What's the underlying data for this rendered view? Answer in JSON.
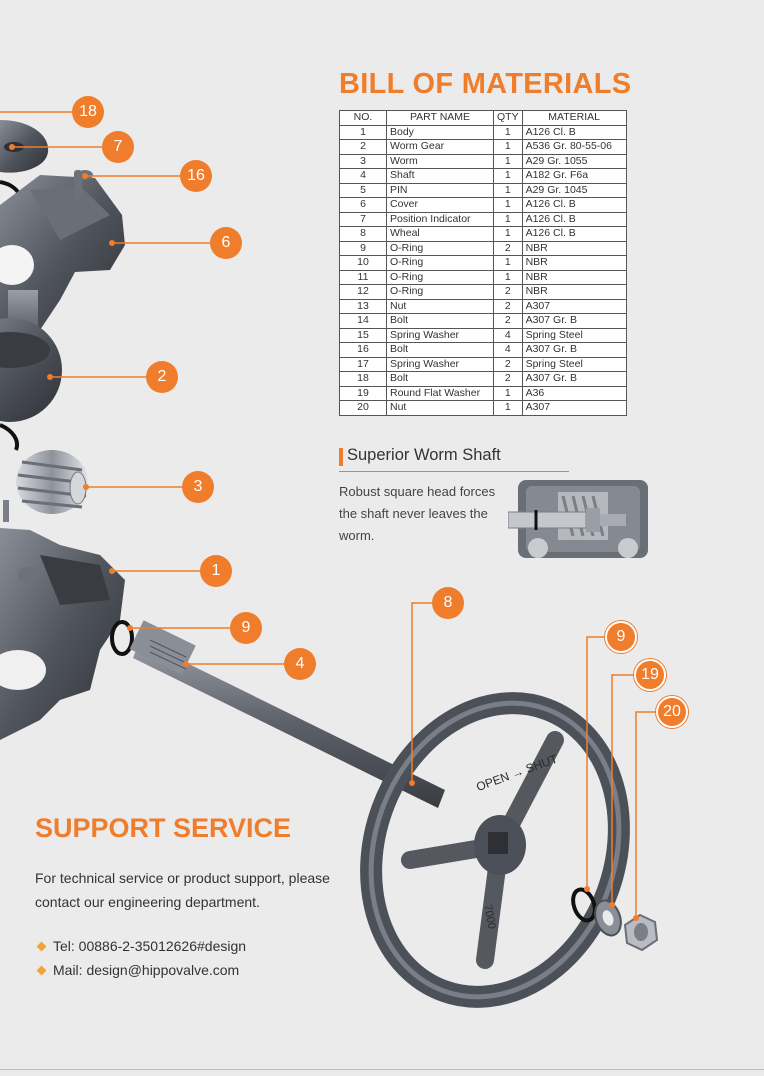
{
  "bom": {
    "title": "BILL OF MATERIALS",
    "headers": [
      "NO.",
      "PART NAME",
      "QTY",
      "MATERIAL"
    ],
    "rows": [
      [
        "1",
        "Body",
        "1",
        "A126 Cl. B"
      ],
      [
        "2",
        "Worm Gear",
        "1",
        "A536 Gr. 80-55-06"
      ],
      [
        "3",
        "Worm",
        "1",
        "A29 Gr. 1055"
      ],
      [
        "4",
        "Shaft",
        "1",
        "A182 Gr. F6a"
      ],
      [
        "5",
        "PIN",
        "1",
        "A29 Gr. 1045"
      ],
      [
        "6",
        "Cover",
        "1",
        "A126 Cl. B"
      ],
      [
        "7",
        "Position Indicator",
        "1",
        "A126 Cl. B"
      ],
      [
        "8",
        "Wheal",
        "1",
        "A126 Cl. B"
      ],
      [
        "9",
        "O-Ring",
        "2",
        "NBR"
      ],
      [
        "10",
        "O-Ring",
        "1",
        "NBR"
      ],
      [
        "11",
        "O-Ring",
        "1",
        "NBR"
      ],
      [
        "12",
        "O-Ring",
        "2",
        "NBR"
      ],
      [
        "13",
        "Nut",
        "2",
        "A307"
      ],
      [
        "14",
        "Bolt",
        "2",
        "A307 Gr. B"
      ],
      [
        "15",
        "Spring Washer",
        "4",
        "Spring Steel"
      ],
      [
        "16",
        "Bolt",
        "4",
        "A307 Gr. B"
      ],
      [
        "17",
        "Spring Washer",
        "2",
        "Spring Steel"
      ],
      [
        "18",
        "Bolt",
        "2",
        "A307 Gr. B"
      ],
      [
        "19",
        "Round Flat Washer",
        "1",
        "A36"
      ],
      [
        "20",
        "Nut",
        "1",
        "A307"
      ]
    ]
  },
  "feature": {
    "title": "Superior Worm Shaft",
    "text": "Robust square head forces the shaft never leaves the worm."
  },
  "support": {
    "title": "SUPPORT SERVICE",
    "text": "For technical service or product support, please contact our engineering department.",
    "tel": "Tel: 00886-2-35012626#design",
    "mail": "Mail: design@hippovalve.com"
  },
  "wheel_text": {
    "upper": "OPEN → SHUT",
    "lower": "7000"
  },
  "callouts": [
    "18",
    "7",
    "16",
    "6",
    "2",
    "3",
    "1",
    "9",
    "4",
    "8",
    "9",
    "19",
    "20"
  ],
  "colors": {
    "accent": "#ef7d2b",
    "background": "#ebebeb",
    "metal": "#5a5e66"
  }
}
